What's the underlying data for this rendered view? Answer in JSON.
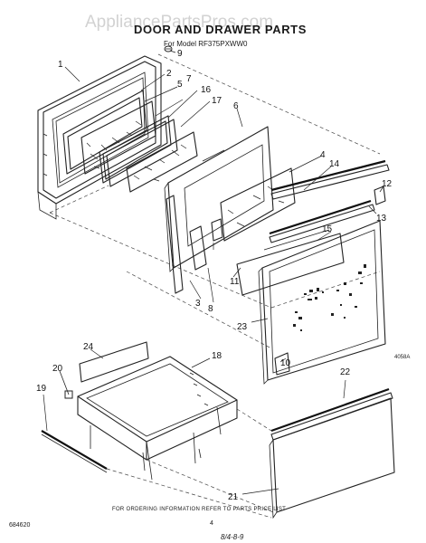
{
  "watermark": "AppliancePartsPros.com",
  "title": "DOOR AND DRAWER PARTS",
  "model_line": "For Model RF375PXWW0",
  "callouts": {
    "c1": "1",
    "c2": "2",
    "c3": "3",
    "c4": "4",
    "c5": "5",
    "c6": "6",
    "c7": "7",
    "c8": "8",
    "c9": "9",
    "c10": "10",
    "c11": "11",
    "c12": "12",
    "c13": "13",
    "c14": "14",
    "c15": "15",
    "c16": "16",
    "c17": "17",
    "c18": "18",
    "c19": "19",
    "c20": "20",
    "c21": "21",
    "c22": "22",
    "c23": "23",
    "c24": "24"
  },
  "figure_code": "4058A",
  "footer_note": "FOR ORDERING INFORMATION REFER TO PARTS PRICE LIST",
  "doc_number": "684620",
  "page_number": "4",
  "handwritten_note": "8/4-8-9"
}
